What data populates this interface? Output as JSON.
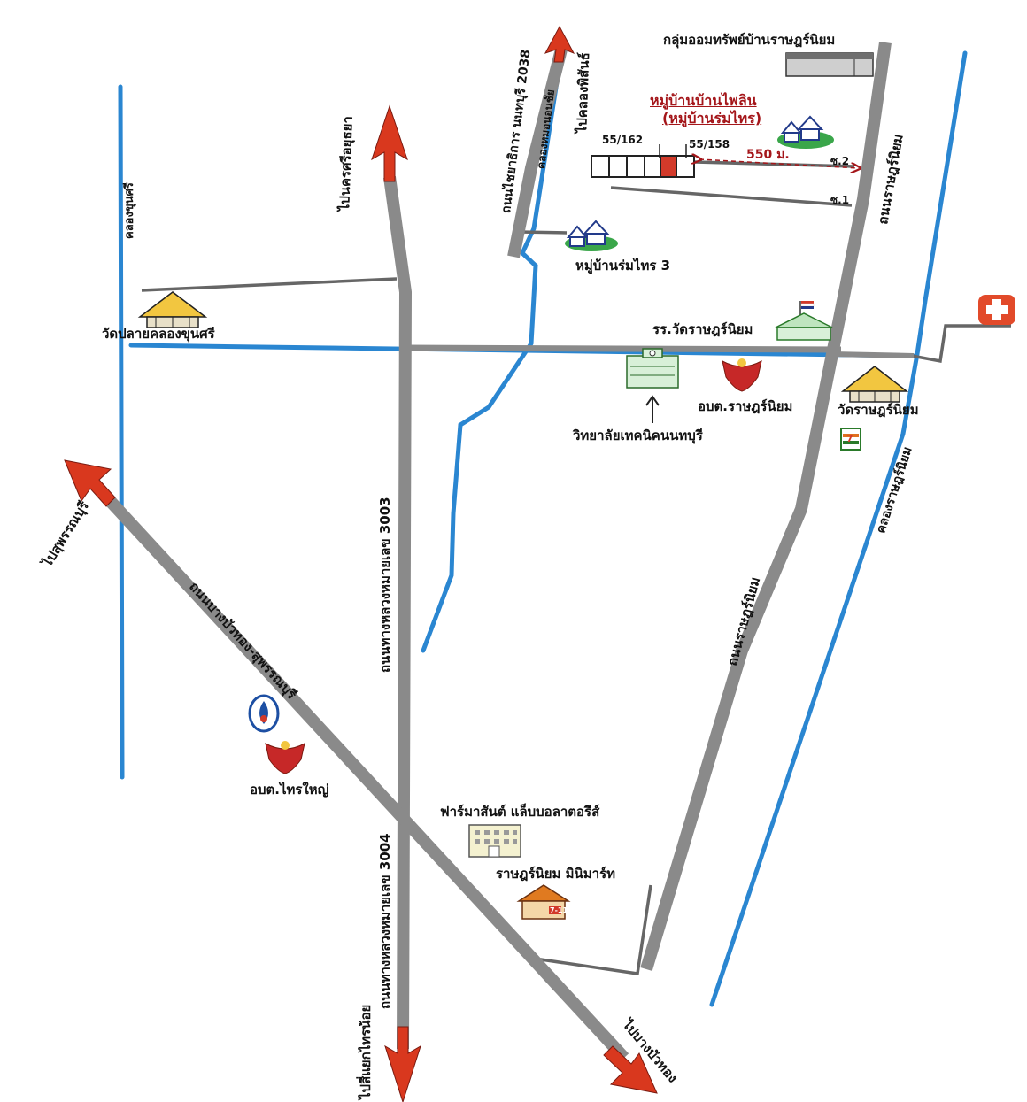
{
  "labels": {
    "savings_group": "กลุ่มออมทรัพย์บ้านราษฎร์นิยม",
    "village_main_1": "หมู่บ้านบ้านไพลิน",
    "village_main_2": "(หมู่บ้านร่มไทร)",
    "house_a": "55/162",
    "house_b": "55/158",
    "distance": "550 ม.",
    "soi_2": "ซ.2",
    "soi_1": "ซ.1",
    "village_3": "หมู่บ้านร่มไทร 3",
    "school": "รร.วัดราษฎร์นิยม",
    "wat_plai": "วัดปลายคลองขุนศรี",
    "college": "วิทยาลัยเทคนิคนนทบุรี",
    "obt_ratniyom": "อบต.ราษฎร์นิยม",
    "wat_ratniyom": "วัดราษฎร์นิยม",
    "obt_saiyai": "อบต.ไทรใหญ่",
    "pharma": "ฟาร์มาสันต์ แล็บบอลาตอรีส์",
    "minimart": "ราษฎร์นิยม มินิมาร์ท",
    "to_khlong_phlu": "ไปคลองพิสันธ์",
    "rd_nont_2038": "ถนนไชยาธิการ นนทบุรี 2038",
    "canal_mon": "คลองหมอนอนชัย",
    "to_ayutthaya": "ไปนครศรีอยุธยา",
    "canal_khunsri": "คลองขุนศรี",
    "rd_ratniyom_top": "ถนนราษฎร์นิยม",
    "canal_ratniyom": "คลองราษฎร์นิยม",
    "to_suphan": "ไปสุพรรณบุรี",
    "rd_3003": "ถนนทางหลวงหมายเลข 3003",
    "rd_ratniyom_mid": "ถนนราษฎร์นิยม",
    "rd_bangbuathong": "ถนนบางบัวทอง-สุพรรณบุรี",
    "rd_3004": "ถนนทางหลวงหมายเลข 3004",
    "to_sainoi": "ไปสี่แยกไทรน้อย",
    "to_bangbuathong": "ไปบางบัวทอง"
  },
  "icons": {
    "hospital": "hospital-cross-icon",
    "seven_eleven": "7",
    "minimart_sign": "7-11"
  },
  "colors": {
    "road": "#8a8a8a",
    "canal": "#2a86d1",
    "arrow": "#d9381e",
    "lane": "#555555"
  }
}
